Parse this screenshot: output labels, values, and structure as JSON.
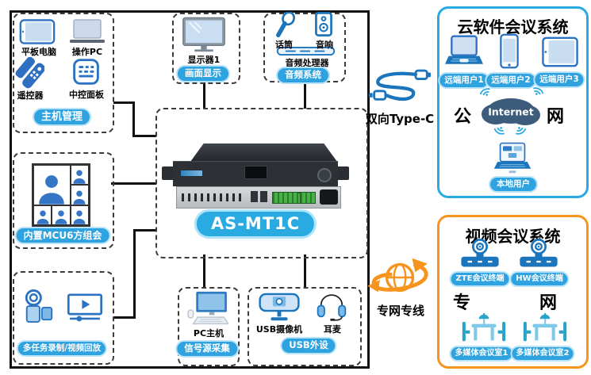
{
  "device": {
    "model": "AS-MT1C"
  },
  "groups": {
    "host": {
      "badge": "主机管理",
      "tablet": "平板电脑",
      "pc": "操作PC",
      "remote": "遥控器",
      "panel": "中控面板"
    },
    "mcu": {
      "badge": "内置MCU6方组会"
    },
    "record": {
      "badge": "多任务录制/视频回放"
    },
    "display": {
      "badge": "画面显示",
      "monitor": "显示器1"
    },
    "audio": {
      "badge": "音频系统",
      "mic": "话筒",
      "speaker": "音响",
      "processor": "音频处理器"
    },
    "signal": {
      "badge": "信号源采集",
      "pc": "PC主机"
    },
    "usb": {
      "badge": "USB外设",
      "camera": "USB摄像机",
      "headset": "耳麦"
    }
  },
  "links": {
    "typec": "双向Type-C",
    "leased": "专网专线"
  },
  "cloud_panel": {
    "title": "云软件会议系统",
    "remote_users": [
      "远端用户1",
      "远端用户2",
      "远端用户3"
    ],
    "wan_left": "公",
    "wan_right": "网",
    "internet": "Internet",
    "local_user": "本地用户"
  },
  "video_panel": {
    "title": "视频会议系统",
    "terminals": [
      "ZTE会议终端",
      "HW会议终端"
    ],
    "net_left": "专",
    "net_right": "网",
    "rooms": [
      "多媒体会议室1",
      "多媒体会议室2"
    ]
  },
  "colors": {
    "accent_blue": "#29abe2",
    "panel_orange": "#f7941d",
    "pill_blue": "#2fa3e0",
    "icon_blue": "#1b75bc",
    "cloud_dark": "#3d5c7c"
  }
}
